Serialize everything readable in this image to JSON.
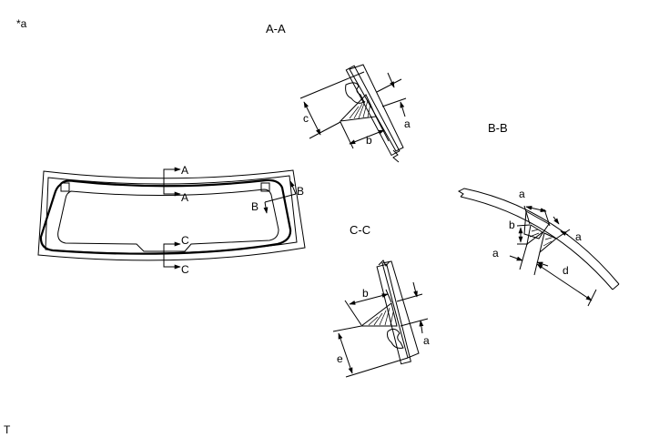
{
  "figure_tag": "*a",
  "corner_mark": "T",
  "glass_view": {
    "section_labels": {
      "a": "A",
      "b": "B",
      "c": "C"
    }
  },
  "section_aa": {
    "title": "A-A",
    "dims": {
      "a": "a",
      "b": "b",
      "c": "c"
    }
  },
  "section_bb": {
    "title": "B-B",
    "dims": {
      "a_top": "a",
      "b": "b",
      "a_right": "a",
      "a_left": "a",
      "d": "d"
    }
  },
  "section_cc": {
    "title": "C-C",
    "dims": {
      "b": "b",
      "a": "a",
      "e": "e"
    }
  }
}
